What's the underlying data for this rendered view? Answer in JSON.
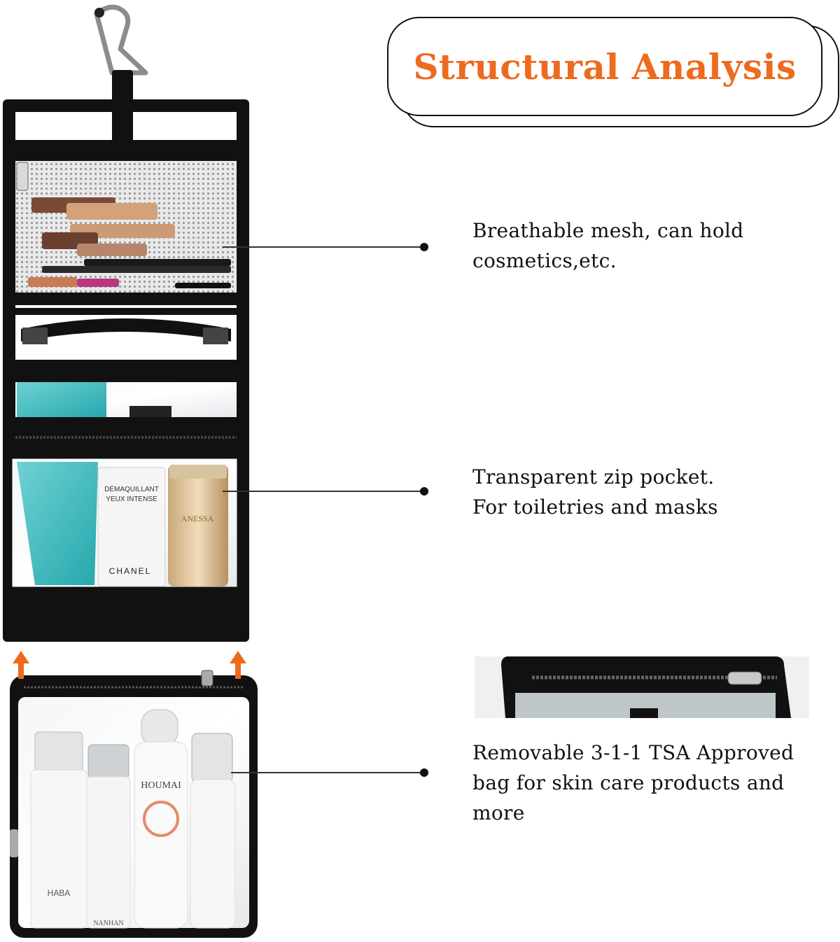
{
  "title": "Structural Analysis",
  "features": [
    {
      "lines": [
        "Breathable mesh, can hold",
        "cosmetics,etc."
      ]
    },
    {
      "lines": [
        "Transparent zip pocket.",
        "For toiletries and masks"
      ]
    },
    {
      "lines": [
        "Removable 3-1-1 TSA Approved",
        "bag for skin care products and",
        "more"
      ]
    }
  ],
  "product_labels": {
    "remover_brand": "CHANEL",
    "remover_text_1": "DÉMAQUILLANT",
    "remover_text_2": "YEUX INTENSE",
    "sunscreen_brand": "ANESSA",
    "spray_brand": "HOUMAI",
    "bottle1_brand": "HABA",
    "bottle2_brand": "NANHAN"
  },
  "colors": {
    "accent": "#ee6a1d",
    "bag_trim": "#111111",
    "arrow": "#ee6a1d"
  }
}
